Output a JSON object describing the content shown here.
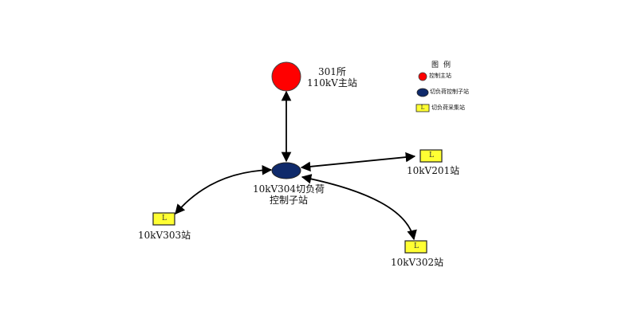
{
  "colors": {
    "main_station": "#ff0000",
    "control_substation": "#0f2a6b",
    "load_station": "#ffff33",
    "edge": "#000000"
  },
  "nodes": {
    "main": {
      "line1": "301所",
      "line2": "110kV主站"
    },
    "control": {
      "line1": "10kV304切负荷",
      "line2": "控制子站"
    },
    "s201": {
      "label": "10kV201站",
      "letter": "L"
    },
    "s303": {
      "label": "10kV303站",
      "letter": "L"
    },
    "s302": {
      "label": "10kV302站",
      "letter": "L"
    }
  },
  "legend": {
    "title": "图例",
    "items": [
      {
        "symbol": "red-circle-icon",
        "label": "控制主站"
      },
      {
        "symbol": "navy-ellipse-icon",
        "label": "切负荷控制子站"
      },
      {
        "symbol": "yellow-box-icon",
        "label": "切负荷采集站",
        "letter": "L"
      }
    ]
  }
}
